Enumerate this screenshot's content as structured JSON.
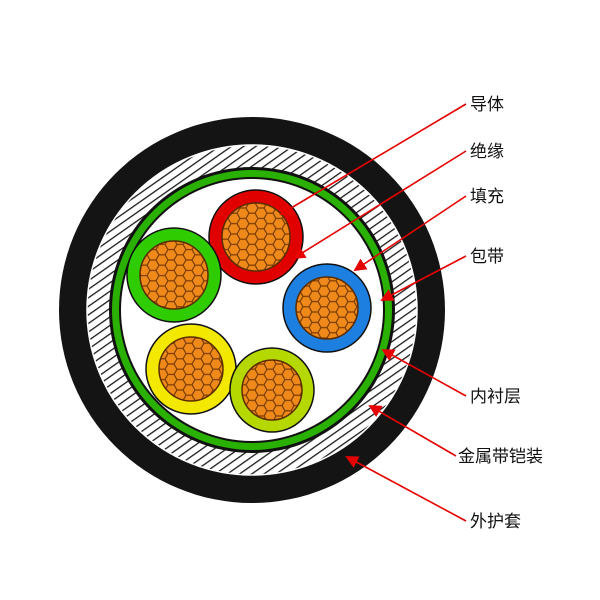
{
  "diagram": {
    "type": "cable-cross-section",
    "core_count": 5,
    "labels": [
      {
        "id": "conductor",
        "text": "导体"
      },
      {
        "id": "insulation",
        "text": "绝缘"
      },
      {
        "id": "filler",
        "text": "填充"
      },
      {
        "id": "binding-tape",
        "text": "包带"
      },
      {
        "id": "inner-liner",
        "text": "内衬层"
      },
      {
        "id": "metal-tape-armor",
        "text": "金属带铠装"
      },
      {
        "id": "outer-sheath",
        "text": "外护套"
      }
    ],
    "colors": {
      "leader_line": "#e60000",
      "outer_sheath": "#141414",
      "armor_hatch_line": "#1a1a1a",
      "armor_hatch_bg": "#ffffff",
      "inner_liner_green": "#2ab000",
      "binder_tape_dark": "#111111",
      "filler_white": "#ffffff",
      "conductor_orange": "#ef8a1a",
      "conductor_mesh": "#7a3c00",
      "core_insulation_colors": [
        "#e00000",
        "#2ecc00",
        "#1d7fe0",
        "#f2e800",
        "#b5d900"
      ]
    }
  }
}
